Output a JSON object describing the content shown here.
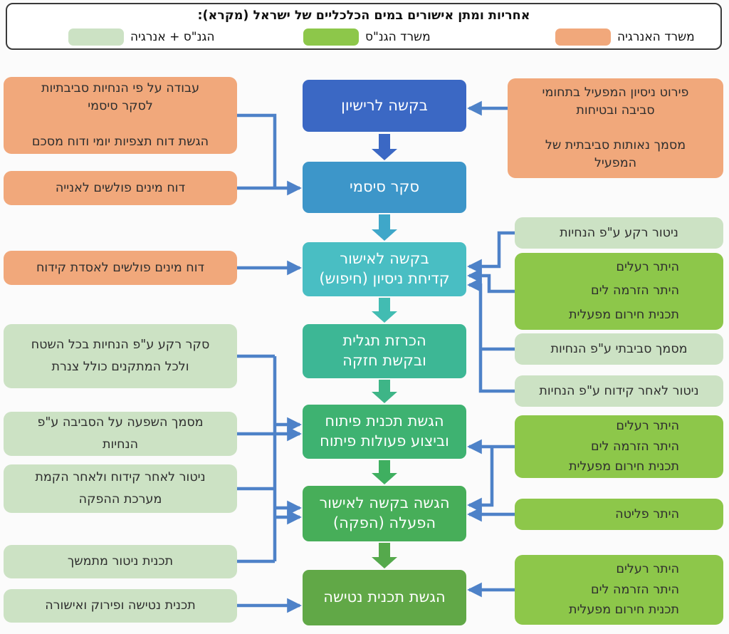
{
  "diagram": {
    "background": "#FBFBFB",
    "connector_color": "#4E82C8"
  },
  "legend": {
    "title": "אחריות ומתן אישורים במים הכלכליים של ישראל (מקרא):",
    "items": [
      {
        "id": "energy-ministry",
        "label": "משרד האנרגיה",
        "color": "#F1A87B"
      },
      {
        "id": "environment-ministry",
        "label": "משרד הגנ\"ס",
        "color": "#8DC74A"
      },
      {
        "id": "both-ministries",
        "label": "הגנ\"ס + אנרגיה",
        "color": "#CCE2C4"
      }
    ]
  },
  "flow": {
    "steps": [
      {
        "label": "בקשה לרישיון",
        "color": "#3B68C4"
      },
      {
        "label": "סקר סיסמי",
        "color": "#3D96C9"
      },
      {
        "label": "בקשה לאישור\nקדיחת ניסיון (חיפוש)",
        "color": "#49BEC3"
      },
      {
        "label": "הכרזת תגלית\nובקשת חזקה",
        "color": "#3DB795"
      },
      {
        "label": "הגשת תכנית פיתוח\nוביצוע פעולות פיתוח",
        "color": "#3EB271"
      },
      {
        "label": "הגשה בקשה לאישור\nהפעלה (הפקה)",
        "color": "#47AE59"
      },
      {
        "label": "הגשת תכנית נטישה",
        "color": "#61A847"
      }
    ]
  },
  "left": {
    "boxes": [
      {
        "text": "עבודה על פי הנחיות סביבתיות\nלסקר סיסמי\n\nהגשת דוח תצפיות יומי ודוח מסכם",
        "category": "energy-ministry"
      },
      {
        "text": "דוח מינים פולשים לאנייה",
        "category": "energy-ministry"
      },
      {
        "text": "דוח מינים פולשים לאסדת קידוח",
        "category": "energy-ministry"
      },
      {
        "text": "סקר רקע ע\"פ הנחיות בכל השטח\nולכל המתקנים כולל צנרת",
        "category": "both-ministries"
      },
      {
        "text": "מסמך השפעה על הסביבה ע\"פ\nהנחיות",
        "category": "both-ministries"
      },
      {
        "text": "ניטור לאחר קידוח ולאחר הקמת\nמערכת ההפקה",
        "category": "both-ministries"
      },
      {
        "text": "תכנית ניטור מתמשך",
        "category": "both-ministries"
      },
      {
        "text": "תכנית נטישה ופירוק ואישורה",
        "category": "both-ministries"
      }
    ]
  },
  "right": {
    "boxes": [
      {
        "text": "פירוט ניסיון המפעיל בתחומי\nסביבה ובטיחות\n\nמסמך נאותות סביבתית של\nהמפעיל",
        "category": "energy-ministry"
      },
      {
        "text": "ניטור רקע ע\"פ הנחיות",
        "category": "both-ministries"
      },
      {
        "text": "היתר רעלים\nהיתר הזרמה לים\nתכנית חירום מפעלית",
        "category": "environment-ministry"
      },
      {
        "text": "מסמך סביבתי ע\"פ הנחיות",
        "category": "both-ministries"
      },
      {
        "text": "ניטור לאחר קידוח ע\"פ הנחיות",
        "category": "both-ministries"
      },
      {
        "text": "היתר רעלים\nהיתר הזרמה לים\nתכנית חירום מפעלית",
        "category": "environment-ministry"
      },
      {
        "text": "היתר פליטה",
        "category": "environment-ministry"
      },
      {
        "text": "היתר רעלים\nהיתר הזרמה לים\nתכנית חירום מפעלית",
        "category": "environment-ministry"
      }
    ]
  }
}
